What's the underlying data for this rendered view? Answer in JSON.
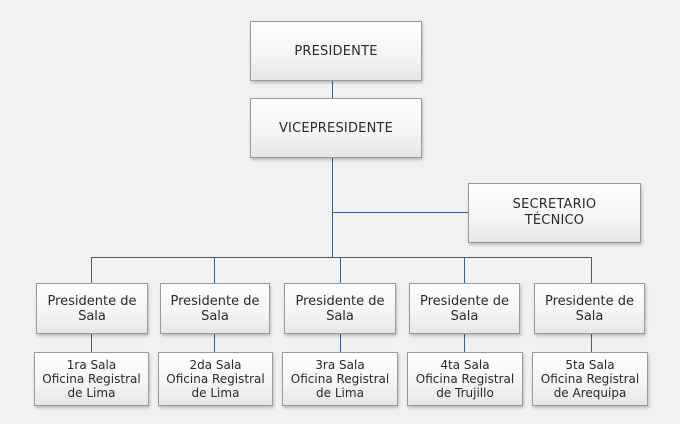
{
  "president": "PRESIDENTE",
  "vicepresident": "VICEPRESIDENTE",
  "secretary": "SECRETARIO\nTÉCNICO",
  "chambers": [
    {
      "head": "Presidente de\nSala",
      "office": "1ra Sala\nOficina Registral\nde Lima"
    },
    {
      "head": "Presidente de\nSala",
      "office": "2da Sala\nOficina Registral\nde Lima"
    },
    {
      "head": "Presidente de\nSala",
      "office": "3ra Sala\nOficina Registral\nde Lima"
    },
    {
      "head": "Presidente de\nSala",
      "office": "4ta Sala\nOficina Registral\nde Trujillo"
    },
    {
      "head": "Presidente de\nSala",
      "office": "5ta Sala\nOficina Registral\nde Arequipa"
    }
  ],
  "colors": {
    "connector": "#3f5f80",
    "box_border": "#9a9a9a"
  }
}
